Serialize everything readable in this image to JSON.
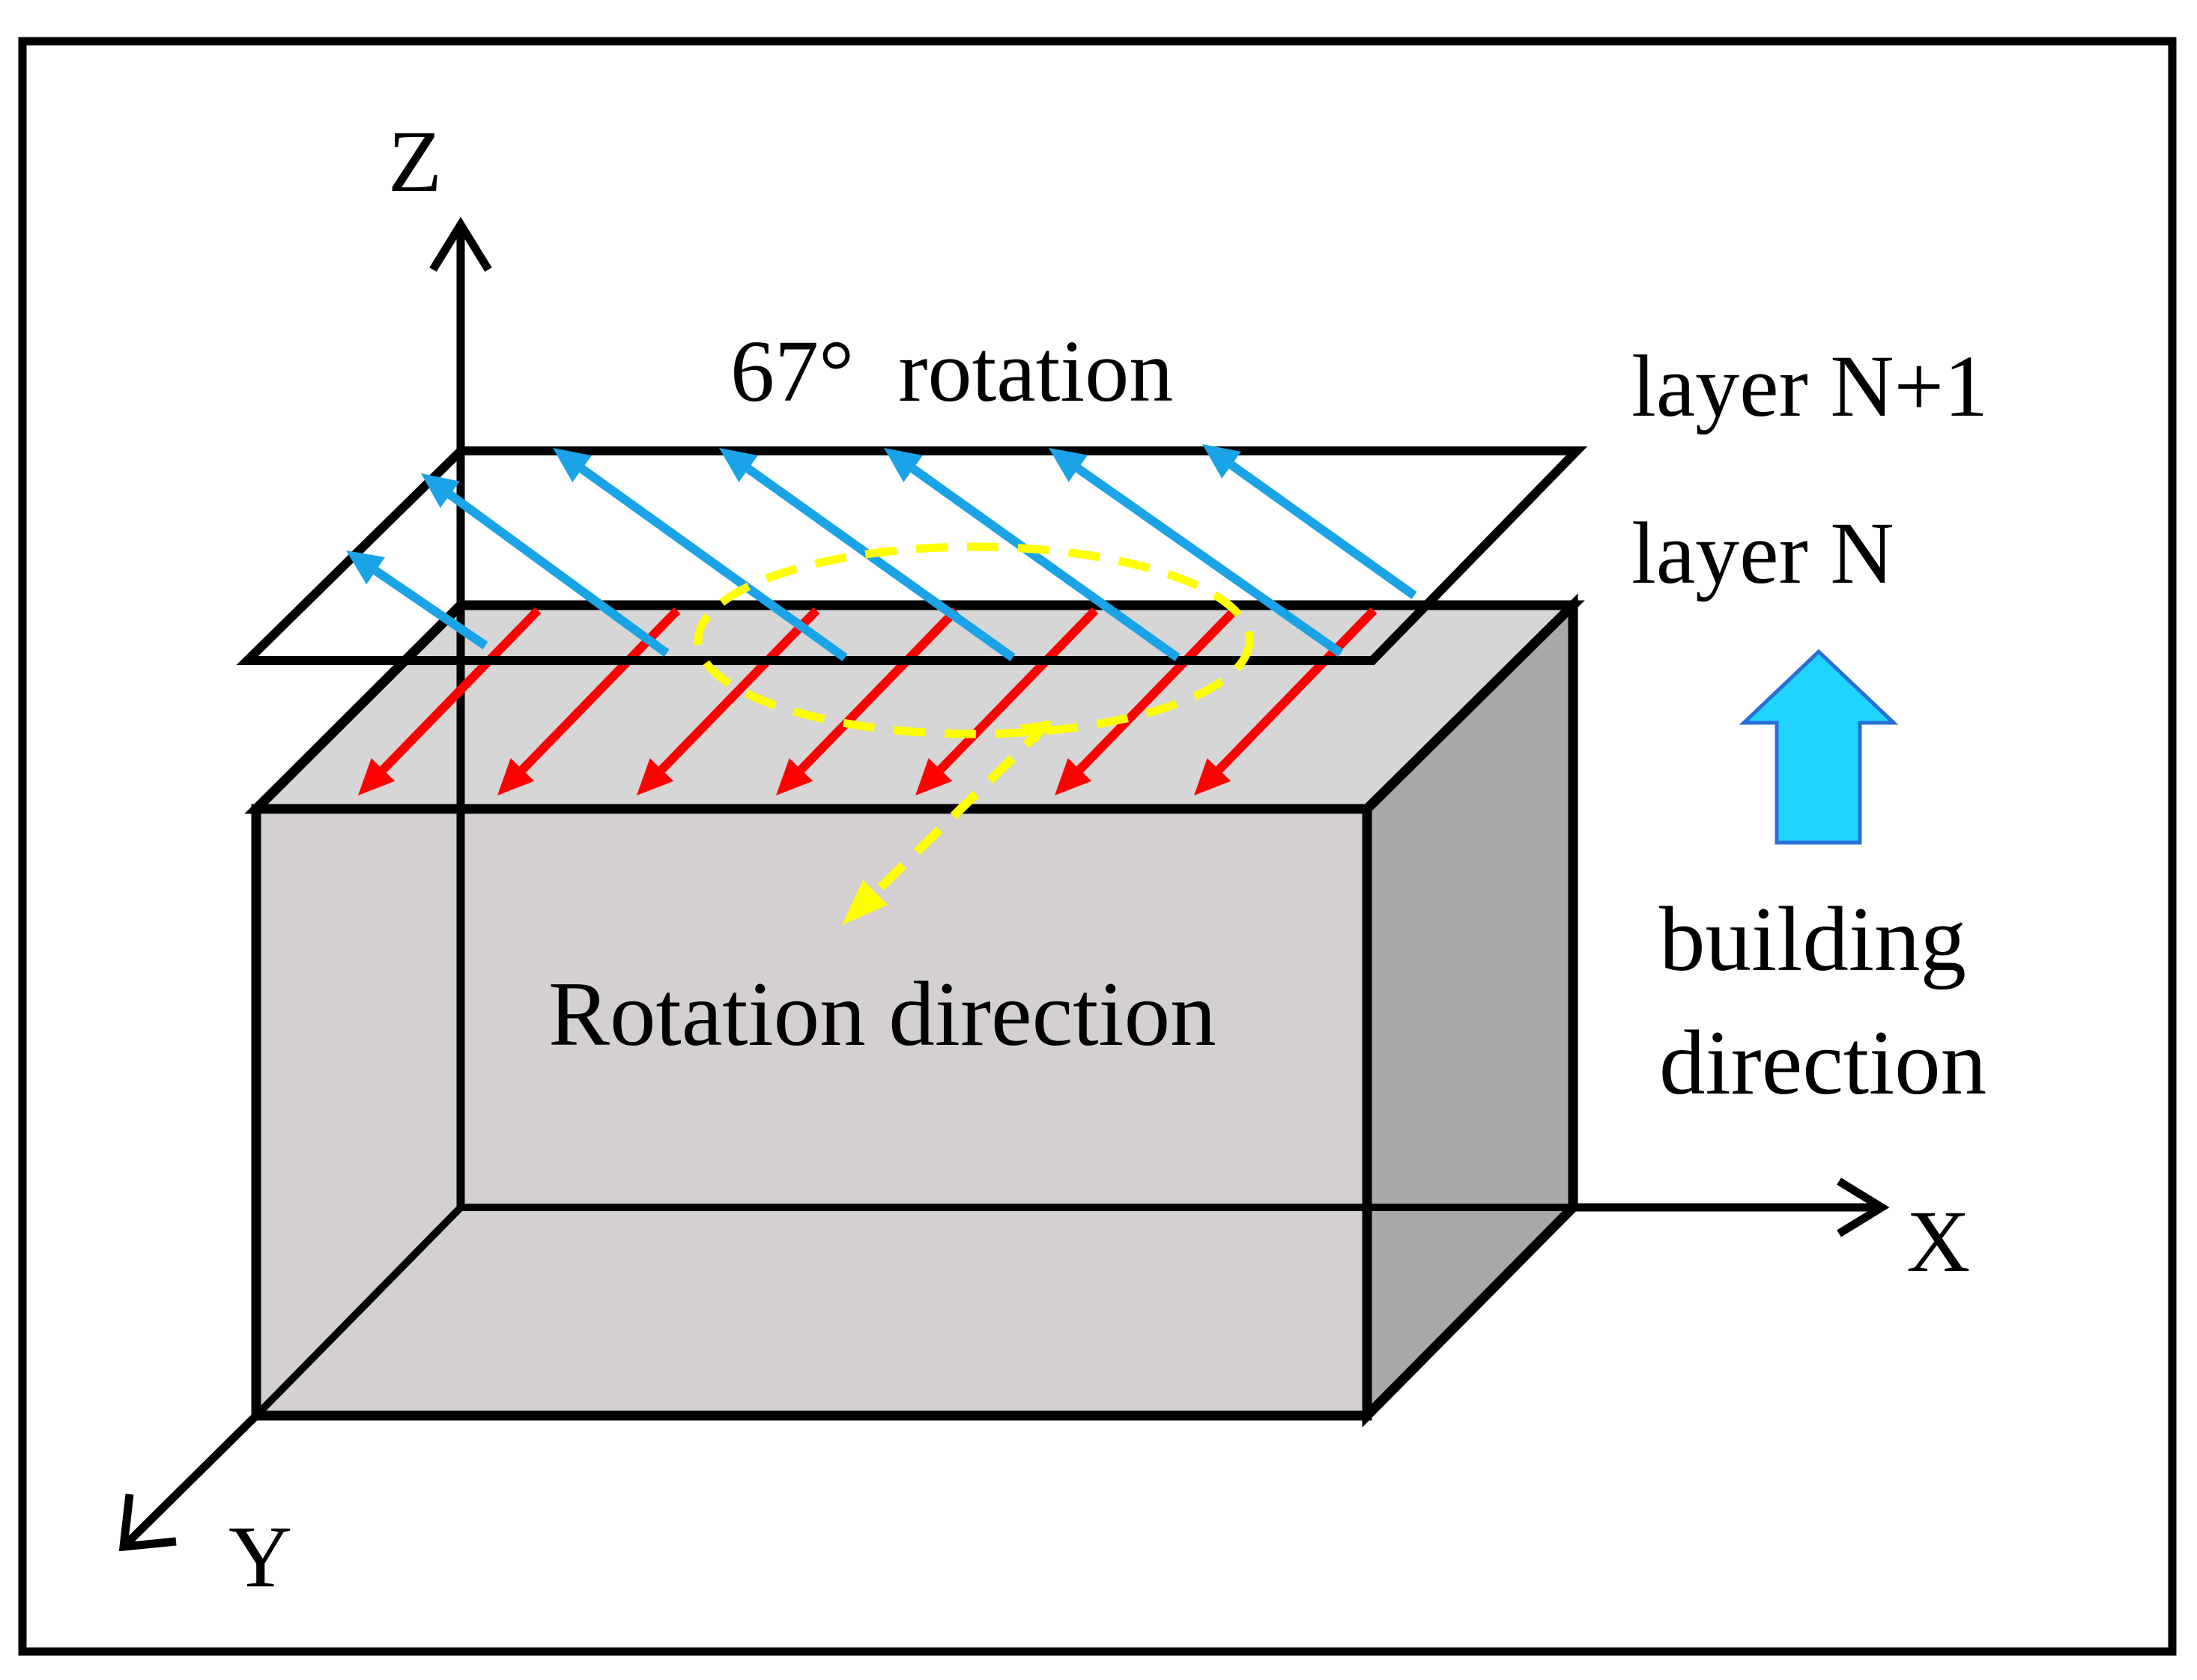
{
  "labels": {
    "axis_z": "Z",
    "axis_x": "X",
    "axis_y": "Y",
    "rotation": "67°  rotation",
    "layer_n1": "layer N+1",
    "layer_n": "layer N",
    "rotation_direction": "Rotation direction",
    "building_line1": "building",
    "building_line2": "direction"
  },
  "colors": {
    "frame": "#000000",
    "box_front": "#d4d0d1",
    "box_top": "#d6d6d6",
    "box_side": "#a8a8a8",
    "layer_n_scan": "#ff0000",
    "layer_n1_scan": "#1aa3e6",
    "rotation_indicator": "#ffff00",
    "build_arrow_fill": "#1fd4ff",
    "build_arrow_stroke": "#2a6fd6"
  },
  "scan_vectors": {
    "layer_n_count": 7,
    "layer_n1_count": 7
  },
  "rotation_angle_deg": 67
}
